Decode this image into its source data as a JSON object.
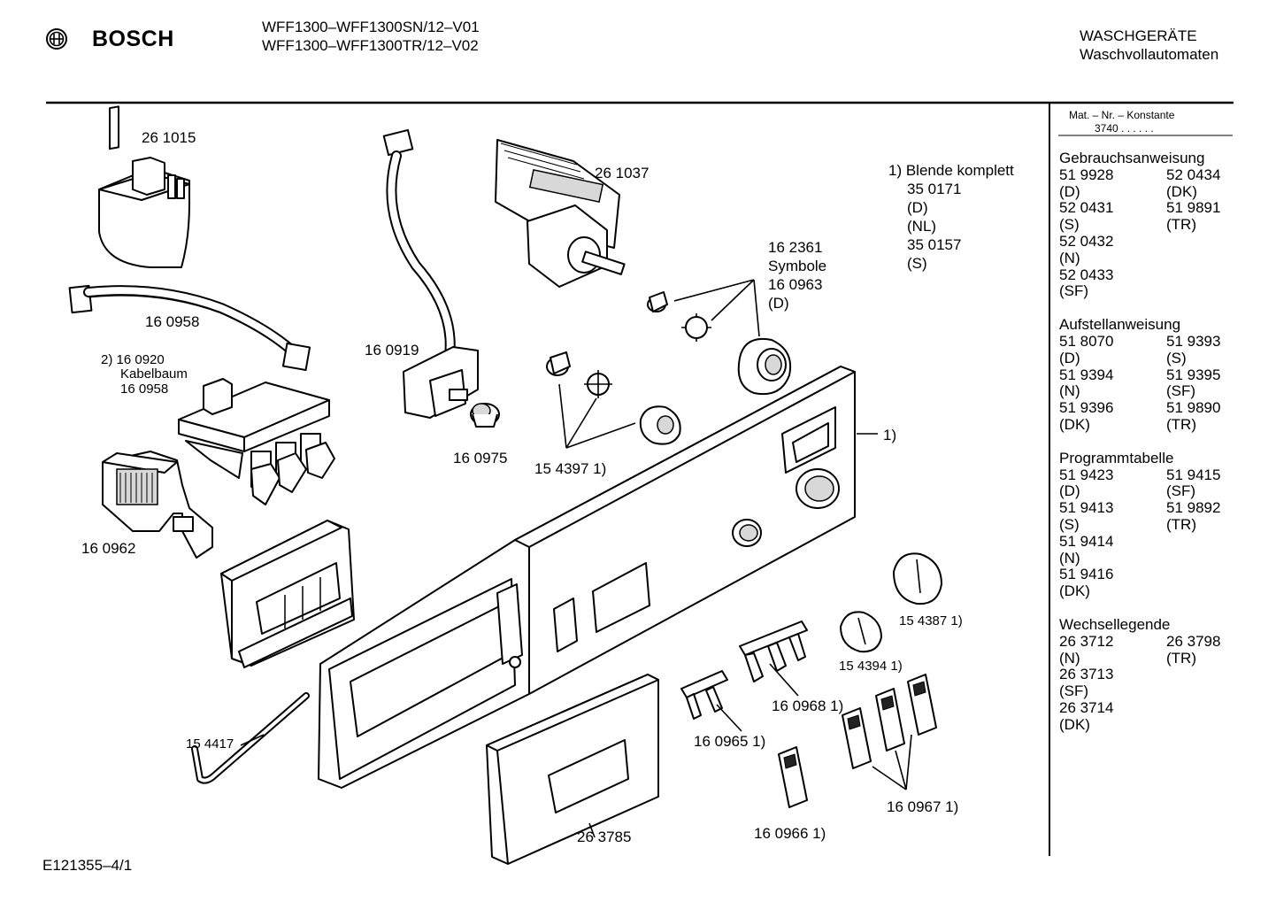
{
  "header": {
    "brand": "BOSCH",
    "model_lines": [
      "WFF1300–WFF1300SN/12–V01",
      "WFF1300–WFF1300TR/12–V02"
    ],
    "category": "WASCHGERÄTE",
    "subcategory": "Waschvollautomaten"
  },
  "footer": {
    "drawing_id": "E121355–4/1"
  },
  "diagram": {
    "labels": {
      "p2611015": "26 1015",
      "p2611037": "26 1037",
      "p160958": "16 0958",
      "p160919": "16 0919",
      "p160920_l1": "2) 16 0920",
      "p160920_l2": "Kabelbaum",
      "p160920_l3": "16 0958",
      "p160975": "16 0975",
      "p154397": "15 4397 1)",
      "p160962": "16 0962",
      "p162361_l1": "16 2361",
      "p162361_l2": "Symbole",
      "p162361_l3": "16 0963",
      "p162361_l4": "(D)",
      "blende_l1": "1) Blende komplett",
      "blende_l2": "35 0171",
      "blende_l3": "(D)",
      "blende_l4": "(NL)",
      "blende_l5": "35 0157",
      "blende_l6": "(S)",
      "panel_ref": "1)",
      "p154387": "15 4387 1)",
      "p154394": "15 4394 1)",
      "p160968": "16 0968 1)",
      "p160965": "16 0965 1)",
      "p160967": "16 0967 1)",
      "p160966": "16 0966 1)",
      "p263785": "26 3785",
      "p154417": "15 4417"
    }
  },
  "sidebar": {
    "mat_title": "Mat. – Nr. – Konstante",
    "mat_value": "3740  .  .    .  .  .  .",
    "sections": [
      {
        "title": "Gebrauchsanweisung",
        "rows": [
          [
            "51 9928",
            "52 0434"
          ],
          [
            "(D)",
            "(DK)"
          ],
          [
            "52 0431",
            "51 9891"
          ],
          [
            "(S)",
            "(TR)"
          ],
          [
            "52 0432",
            ""
          ],
          [
            "(N)",
            ""
          ],
          [
            "52 0433",
            ""
          ],
          [
            "(SF)",
            ""
          ]
        ]
      },
      {
        "title": "Aufstellanweisung",
        "rows": [
          [
            "51 8070",
            "51 9393"
          ],
          [
            "(D)",
            "(S)"
          ],
          [
            "51 9394",
            "51 9395"
          ],
          [
            "(N)",
            "(SF)"
          ],
          [
            "51 9396",
            "51 9890"
          ],
          [
            "(DK)",
            "(TR)"
          ]
        ]
      },
      {
        "title": "Programmtabelle",
        "rows": [
          [
            "51 9423",
            "51 9415"
          ],
          [
            "(D)",
            "(SF)"
          ],
          [
            "51 9413",
            "51 9892"
          ],
          [
            "(S)",
            "(TR)"
          ],
          [
            "51 9414",
            ""
          ],
          [
            "(N)",
            ""
          ],
          [
            "51 9416",
            ""
          ],
          [
            "(DK)",
            ""
          ]
        ]
      },
      {
        "title": "Wechsellegende",
        "rows": [
          [
            "26 3712",
            "26 3798"
          ],
          [
            "(N)",
            "(TR)"
          ],
          [
            "26 3713",
            ""
          ],
          [
            "(SF)",
            ""
          ],
          [
            "26 3714",
            ""
          ],
          [
            "(DK)",
            ""
          ]
        ]
      }
    ]
  }
}
